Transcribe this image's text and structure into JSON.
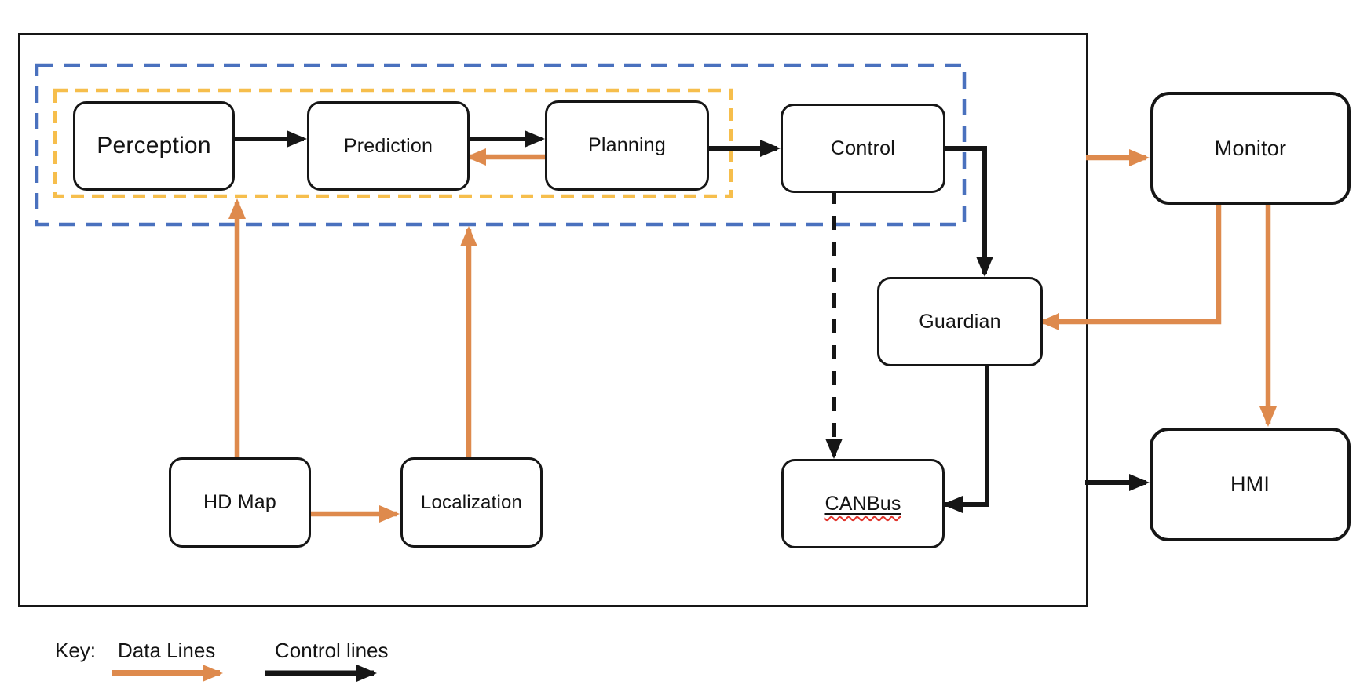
{
  "diagram": {
    "modules": {
      "perception": {
        "label": "Perception"
      },
      "prediction": {
        "label": "Prediction"
      },
      "planning": {
        "label": "Planning"
      },
      "control": {
        "label": "Control"
      },
      "hd_map": {
        "label": "HD Map"
      },
      "localization": {
        "label": "Localization"
      },
      "guardian": {
        "label": "Guardian"
      },
      "canbus": {
        "label": "CANBus"
      },
      "monitor": {
        "label": "Monitor"
      },
      "hmi": {
        "label": "HMI"
      }
    },
    "key": {
      "label": "Key:",
      "data_lines": "Data Lines",
      "control_lines": "Control lines"
    },
    "colors": {
      "data_line": "#DE8A4D",
      "control_line": "#161616",
      "pipeline_group": "#F6BE4C",
      "autonomy_group": "#4A71BE",
      "spellcheck": "#E0342C"
    },
    "connections": {
      "data": [
        {
          "from": "planning",
          "to": "prediction"
        },
        {
          "from": "hd_map",
          "to": "pipeline-group"
        },
        {
          "from": "hd_map",
          "to": "localization"
        },
        {
          "from": "localization",
          "to": "autonomy-group"
        },
        {
          "from": "vehicle-system",
          "to": "monitor"
        },
        {
          "from": "monitor",
          "to": "guardian"
        },
        {
          "from": "monitor",
          "to": "hmi"
        }
      ],
      "control": [
        {
          "from": "perception",
          "to": "prediction"
        },
        {
          "from": "prediction",
          "to": "planning"
        },
        {
          "from": "planning",
          "to": "control"
        },
        {
          "from": "control",
          "to": "guardian"
        },
        {
          "from": "control",
          "to": "canbus",
          "style": "dashed"
        },
        {
          "from": "guardian",
          "to": "canbus"
        },
        {
          "from": "vehicle-system",
          "to": "hmi"
        }
      ]
    }
  }
}
